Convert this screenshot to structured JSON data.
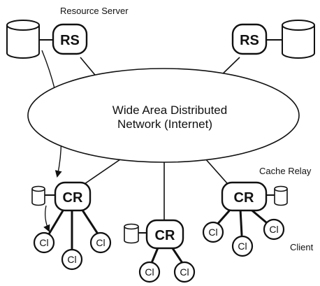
{
  "labels": {
    "resource_server": "Resource Server",
    "network_line1": "Wide Area Distributed",
    "network_line2": "Network (Internet)",
    "cache_relay": "Cache Relay",
    "client": "Client"
  },
  "nodes": {
    "rs": "RS",
    "cr": "CR",
    "cl": "Cl"
  }
}
